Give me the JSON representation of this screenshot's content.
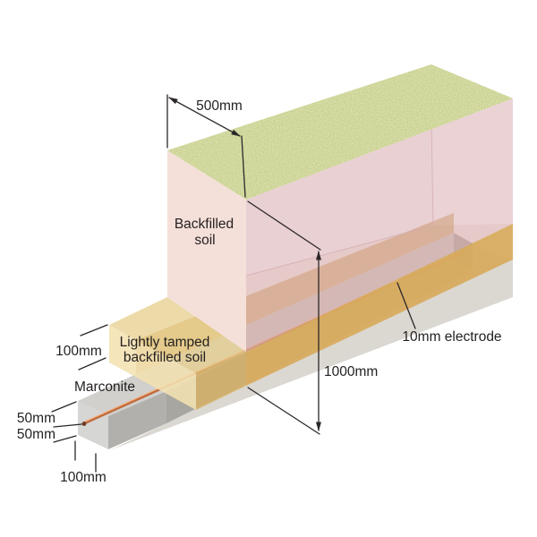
{
  "figure": {
    "kind": "isometric-trench-electrode-installation-diagram",
    "annotations": {
      "trench_width": "500mm",
      "trench_depth": "1000mm",
      "electrode_label": "10mm electrode",
      "tamped_layer_thickness": "100mm",
      "marconite_label": "Marconite",
      "marconite_above_electrode": "50mm",
      "marconite_below_electrode": "50mm",
      "marconite_width": "100mm",
      "backfilled_soil": [
        "Backfilled",
        "soil"
      ],
      "lightly_tamped": [
        "Lightly tamped",
        "backfilled soil"
      ]
    },
    "colors": {
      "grass": "#c6d08d",
      "backfill_front": "#f5e0d9",
      "backfill_side": "#dbb3b8",
      "tamped_front": "#f2e1b2",
      "tamped_top": "#e7d193",
      "tamped_side": "#d6b066",
      "tamped_outer_band": "#d8ac60",
      "tamped_inner_band": "#cfa65c",
      "warm_cast": "#d1a055",
      "marconite_front": "#d6d6d4",
      "marconite_top": "#d1d0cd",
      "marconite_side": "#b2b0ac",
      "channel_top": "#c8c6c1",
      "channel_side": "#a8a6a1",
      "channel_end": "#9d9b96",
      "trench_floor": "#dbd8d2",
      "copper": "#c06a3c",
      "copper_highlight": "#f4ad7a",
      "copper_dot": "#6f3c22",
      "dimension_line": "#2b2728",
      "text": "#231f20"
    }
  }
}
